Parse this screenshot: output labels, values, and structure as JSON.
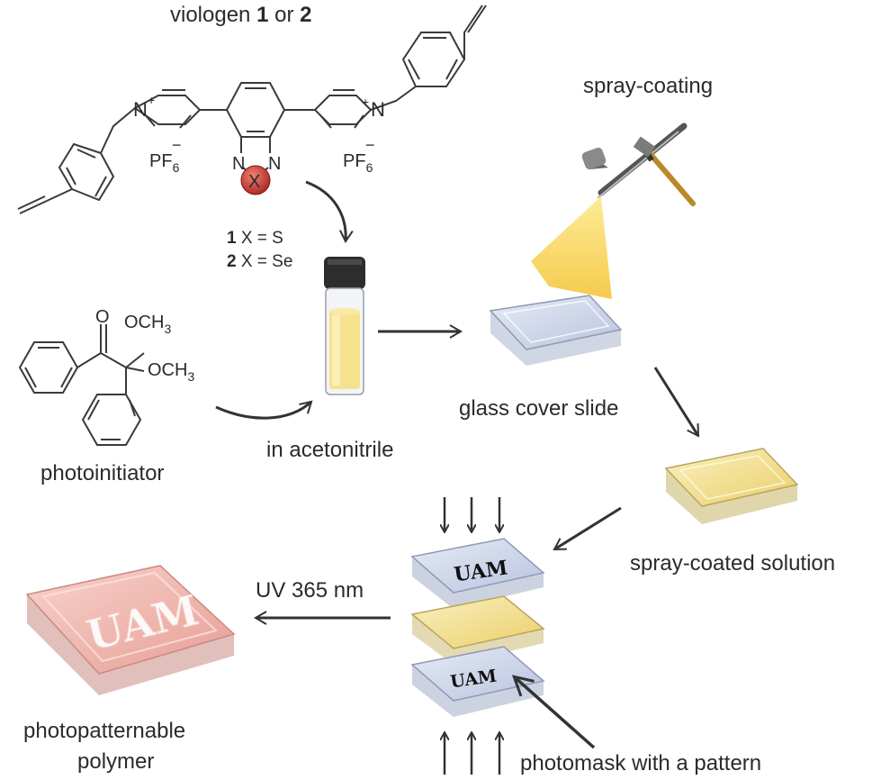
{
  "figure": {
    "title": {
      "prefix": "viologen ",
      "n1": "1",
      "mid": " or ",
      "n2": "2"
    },
    "labels": {
      "spray_coating": "spray-coating",
      "glass_cover_slide": "glass cover slide",
      "in_acetonitrile": "in acetonitrile",
      "photoinitiator": "photoinitiator",
      "spray_coated_solution": "spray-coated solution",
      "uv": "UV 365 nm",
      "photopatternable_line1": "photopatternable",
      "photopatternable_line2": "polymer",
      "photomask": "photomask with a pattern"
    },
    "variants": [
      {
        "num": "1",
        "text": " X = S"
      },
      {
        "num": "2",
        "text": " X = Se"
      }
    ],
    "atoms": {
      "N": "N",
      "plus": "+",
      "minus": "−",
      "X": "X",
      "pf_base": "PF",
      "pf_sub": "6",
      "o": "O",
      "och3": "OCH",
      "och3_sub": "3"
    },
    "mask_text": "UAM",
    "colors": {
      "viologen_yellow": "#f0d060",
      "selenium_red": "#c0302a",
      "polymer_pink": "#f2b7b0",
      "glass_blue": "#c9d3ea",
      "arrow": "#333333"
    }
  }
}
